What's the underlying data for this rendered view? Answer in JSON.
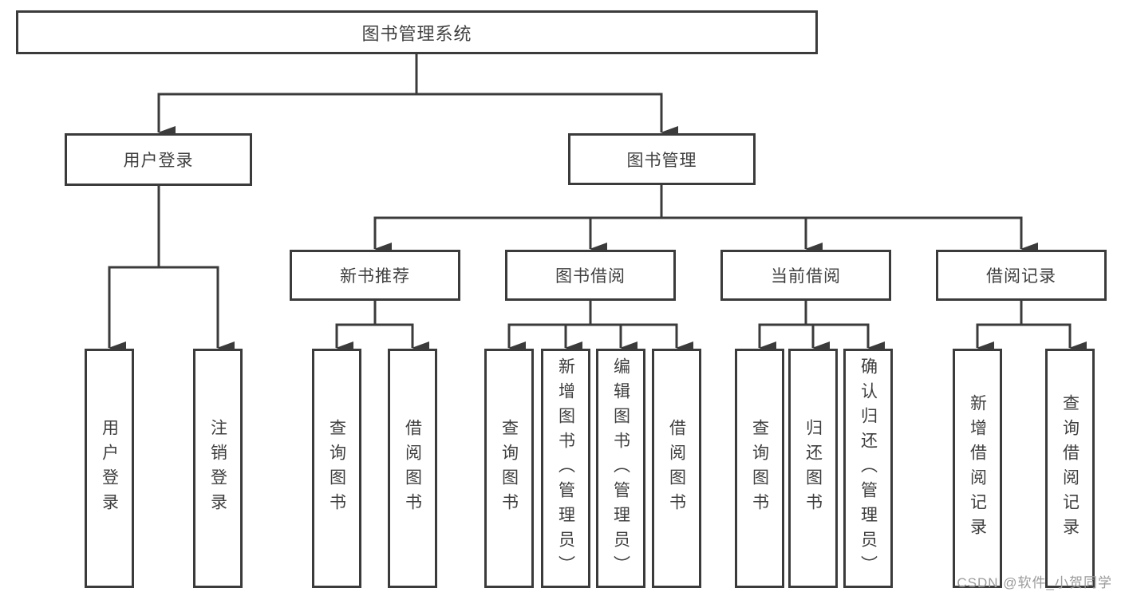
{
  "tree": {
    "label": "图书管理系统",
    "children": [
      {
        "label": "用户登录",
        "children": [
          {
            "label": "用户登录"
          },
          {
            "label": "注销登录"
          }
        ]
      },
      {
        "label": "图书管理",
        "children": [
          {
            "label": "新书推荐",
            "children": [
              {
                "label": "查询图书"
              },
              {
                "label": "借阅图书"
              }
            ]
          },
          {
            "label": "图书借阅",
            "children": [
              {
                "label": "查询图书"
              },
              {
                "label": "新增图书（管理员）"
              },
              {
                "label": "编辑图书（管理员）"
              },
              {
                "label": "借阅图书"
              }
            ]
          },
          {
            "label": "当前借阅",
            "children": [
              {
                "label": "查询图书"
              },
              {
                "label": "归还图书"
              },
              {
                "label": "确认归还（管理员）"
              }
            ]
          },
          {
            "label": "借阅记录",
            "children": [
              {
                "label": "新增借阅记录"
              },
              {
                "label": "查询借阅记录"
              }
            ]
          }
        ]
      }
    ]
  },
  "watermark": "CSDN @软件_小贺同学",
  "colors": {
    "line": "#3b3b3b",
    "text": "#3f3f3f",
    "watermark": "#9b9b9b",
    "background": "#ffffff"
  }
}
